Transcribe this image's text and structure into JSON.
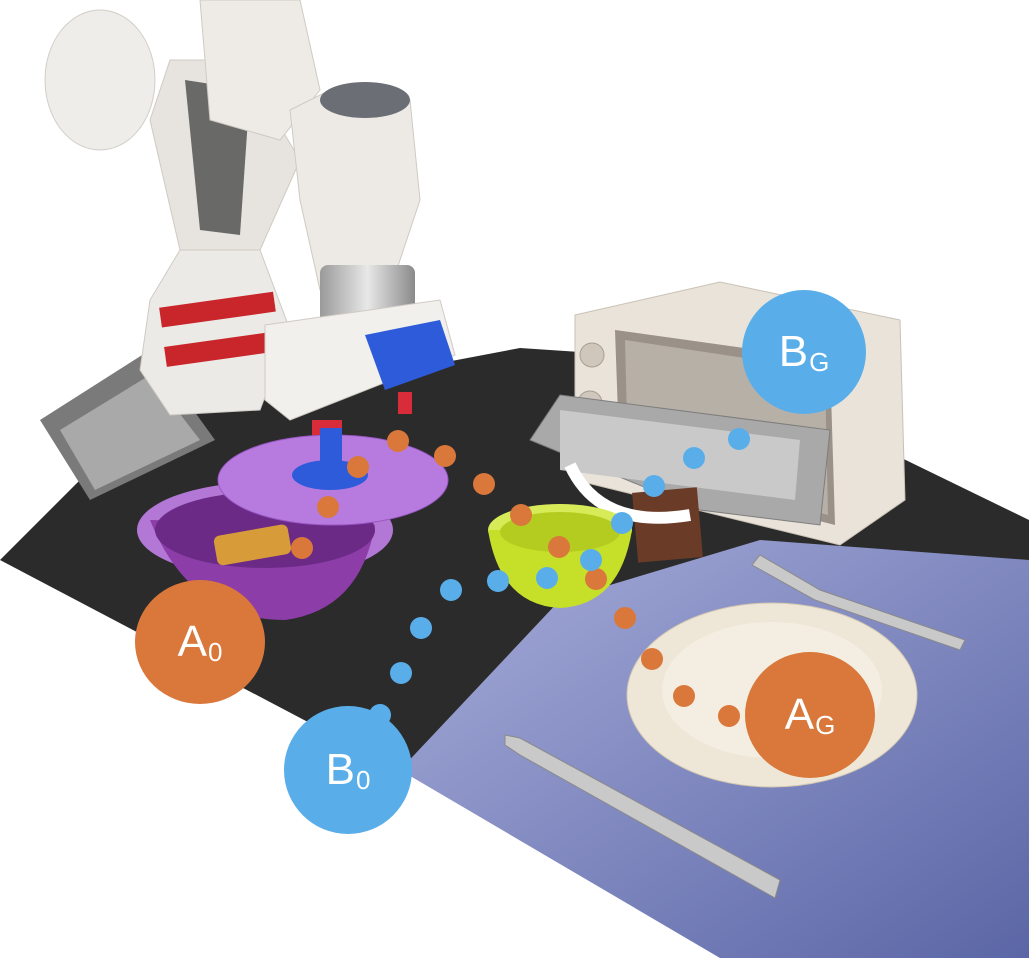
{
  "labels": {
    "a0": {
      "main": "A",
      "sub": "0"
    },
    "ag": {
      "main": "A",
      "sub": "G"
    },
    "b0": {
      "main": "B",
      "sub": "0"
    },
    "bg": {
      "main": "B",
      "sub": "G"
    }
  },
  "colors": {
    "path_a": "#D9783A",
    "path_b": "#59AEEA",
    "table": "#2B2B2B",
    "placemat": "#7E88BE",
    "lid": "#B77BE0",
    "bowl_purple": "#8C3DA8",
    "bowl_green": "#C6E02A",
    "toaster": "#E9E3DA",
    "plate": "#EEE6D6",
    "robot": "#ECEAE6"
  }
}
